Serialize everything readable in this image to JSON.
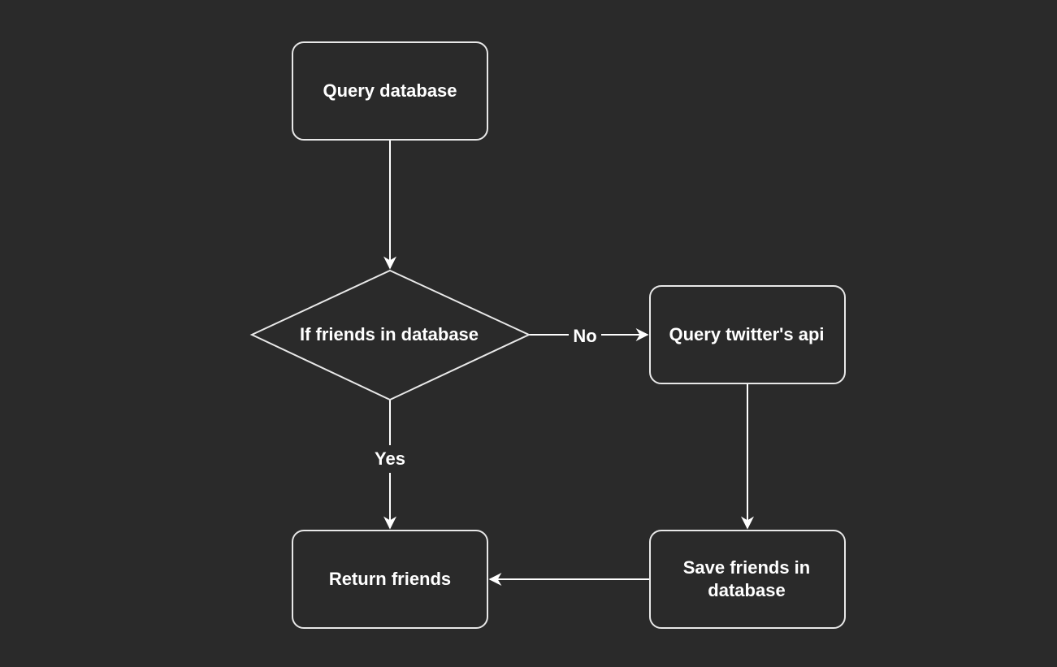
{
  "diagram": {
    "background": "#2a2a2a",
    "stroke_color": "#e8e8e8",
    "text_color": "#ffffff",
    "nodes": {
      "query_database": {
        "label": "Query database"
      },
      "if_friends": {
        "label": "If friends in database"
      },
      "query_twitter": {
        "label": "Query twitter's api"
      },
      "return_friends": {
        "label": "Return friends"
      },
      "save_friends": {
        "lines": [
          "Save friends in",
          "database"
        ]
      }
    },
    "edges": {
      "no": {
        "label": "No"
      },
      "yes": {
        "label": "Yes"
      }
    }
  }
}
